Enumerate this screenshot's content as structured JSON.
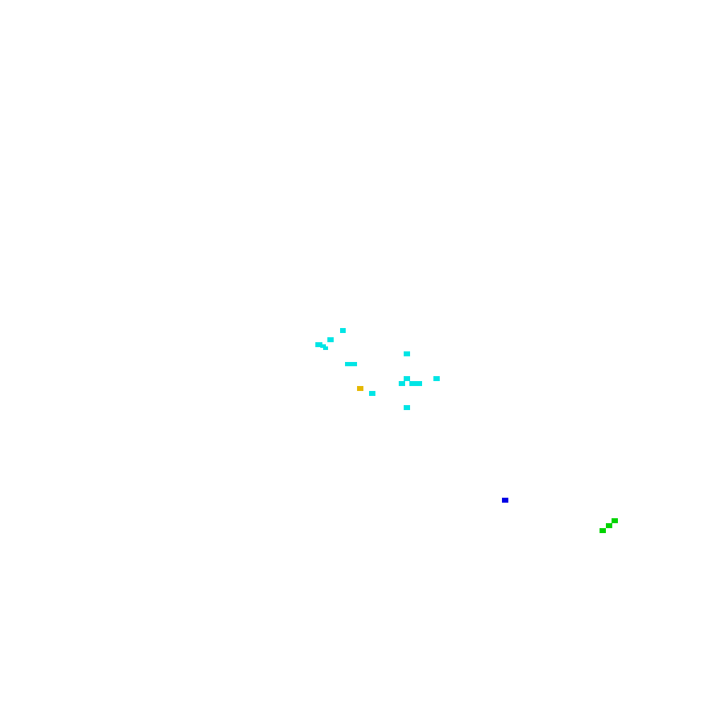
{
  "colors": {
    "background": "#ffffff",
    "cyan": "#00e5e5",
    "gold": "#e5b800",
    "blue": "#0000e5",
    "green": "#00d400"
  },
  "groups": [
    {
      "name": "cyan-cluster",
      "color": "cyan"
    },
    {
      "name": "gold-marker",
      "color": "gold"
    },
    {
      "name": "blue-marker",
      "color": "blue"
    },
    {
      "name": "green-marker",
      "color": "green"
    }
  ]
}
